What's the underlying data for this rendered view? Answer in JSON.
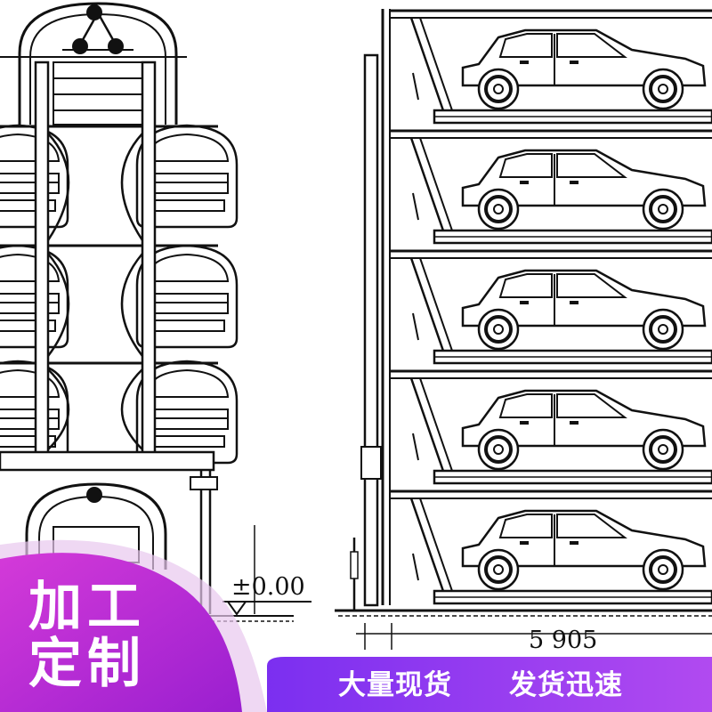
{
  "diagram": {
    "elevation_label": "±0.00",
    "dimension_label": "5 905",
    "line_color": "#111111",
    "bay_count": 5
  },
  "promo": {
    "title_line1": "加工",
    "title_line2": "定制",
    "tag_left": "大量现货",
    "tag_right": "发货迅速",
    "colors": {
      "magenta": "#c020c8",
      "violet": "#7a3cf0",
      "text": "#ffffff"
    }
  }
}
